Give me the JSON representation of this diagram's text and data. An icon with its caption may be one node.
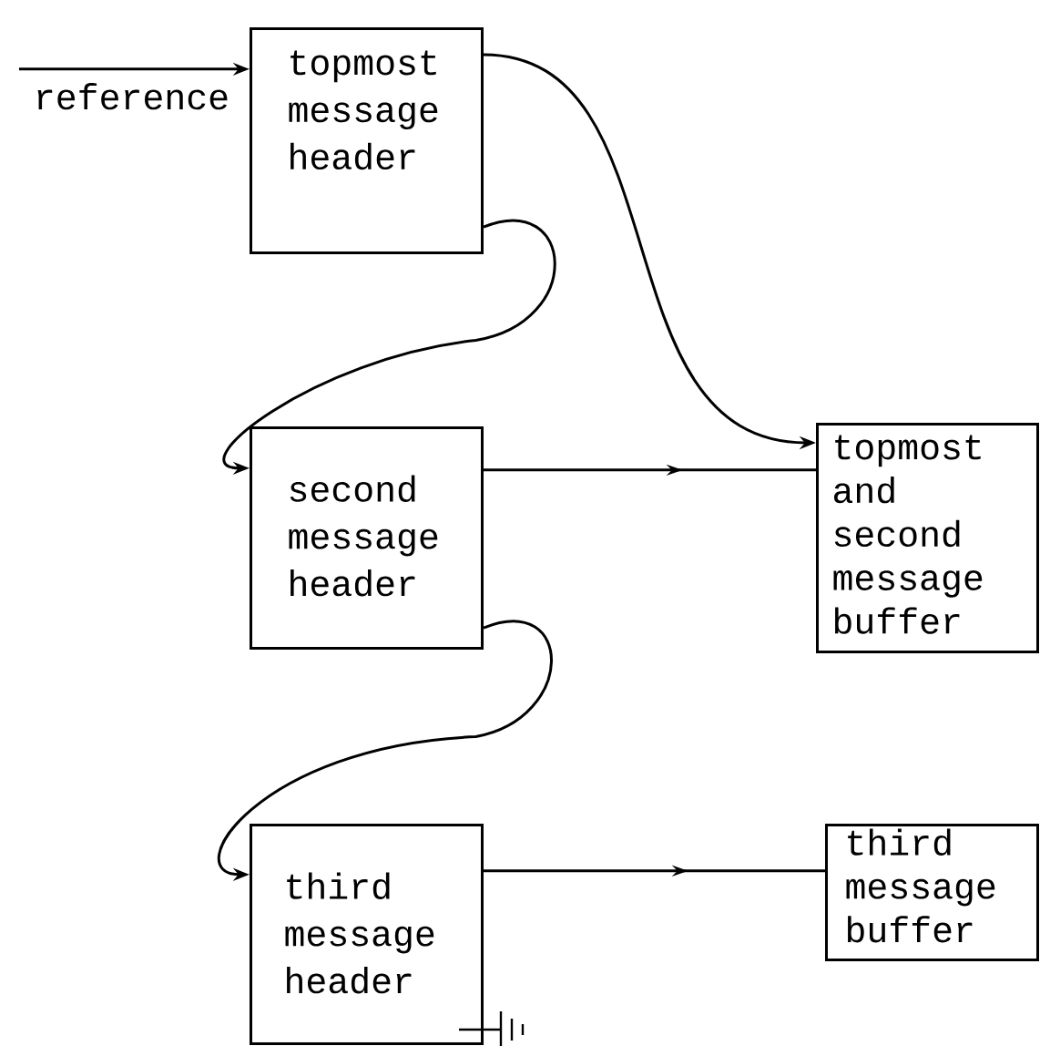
{
  "diagram": {
    "nodes": [
      {
        "text": [
          "topmost message header"
        ]
      },
      {
        "text": [
          "second message header"
        ]
      },
      {
        "text": [
          "third message header"
        ]
      },
      {
        "text": [
          "topmost and second message buffer"
        ]
      },
      {
        "text": [
          "third message buffer"
        ]
      }
    ],
    "edges": [
      {
        "from": null,
        "to": 0,
        "arrow": "to",
        "label": "reference"
      },
      {
        "from": 0,
        "to": 3,
        "arrow": "to"
      },
      {
        "from": 0,
        "to": 1,
        "arrow": "to"
      },
      {
        "from": 1,
        "to": 3,
        "arrow": "to"
      },
      {
        "from": 1,
        "to": 2,
        "arrow": "to"
      },
      {
        "from": 2,
        "to": 4,
        "arrow": "to"
      }
    ]
  }
}
